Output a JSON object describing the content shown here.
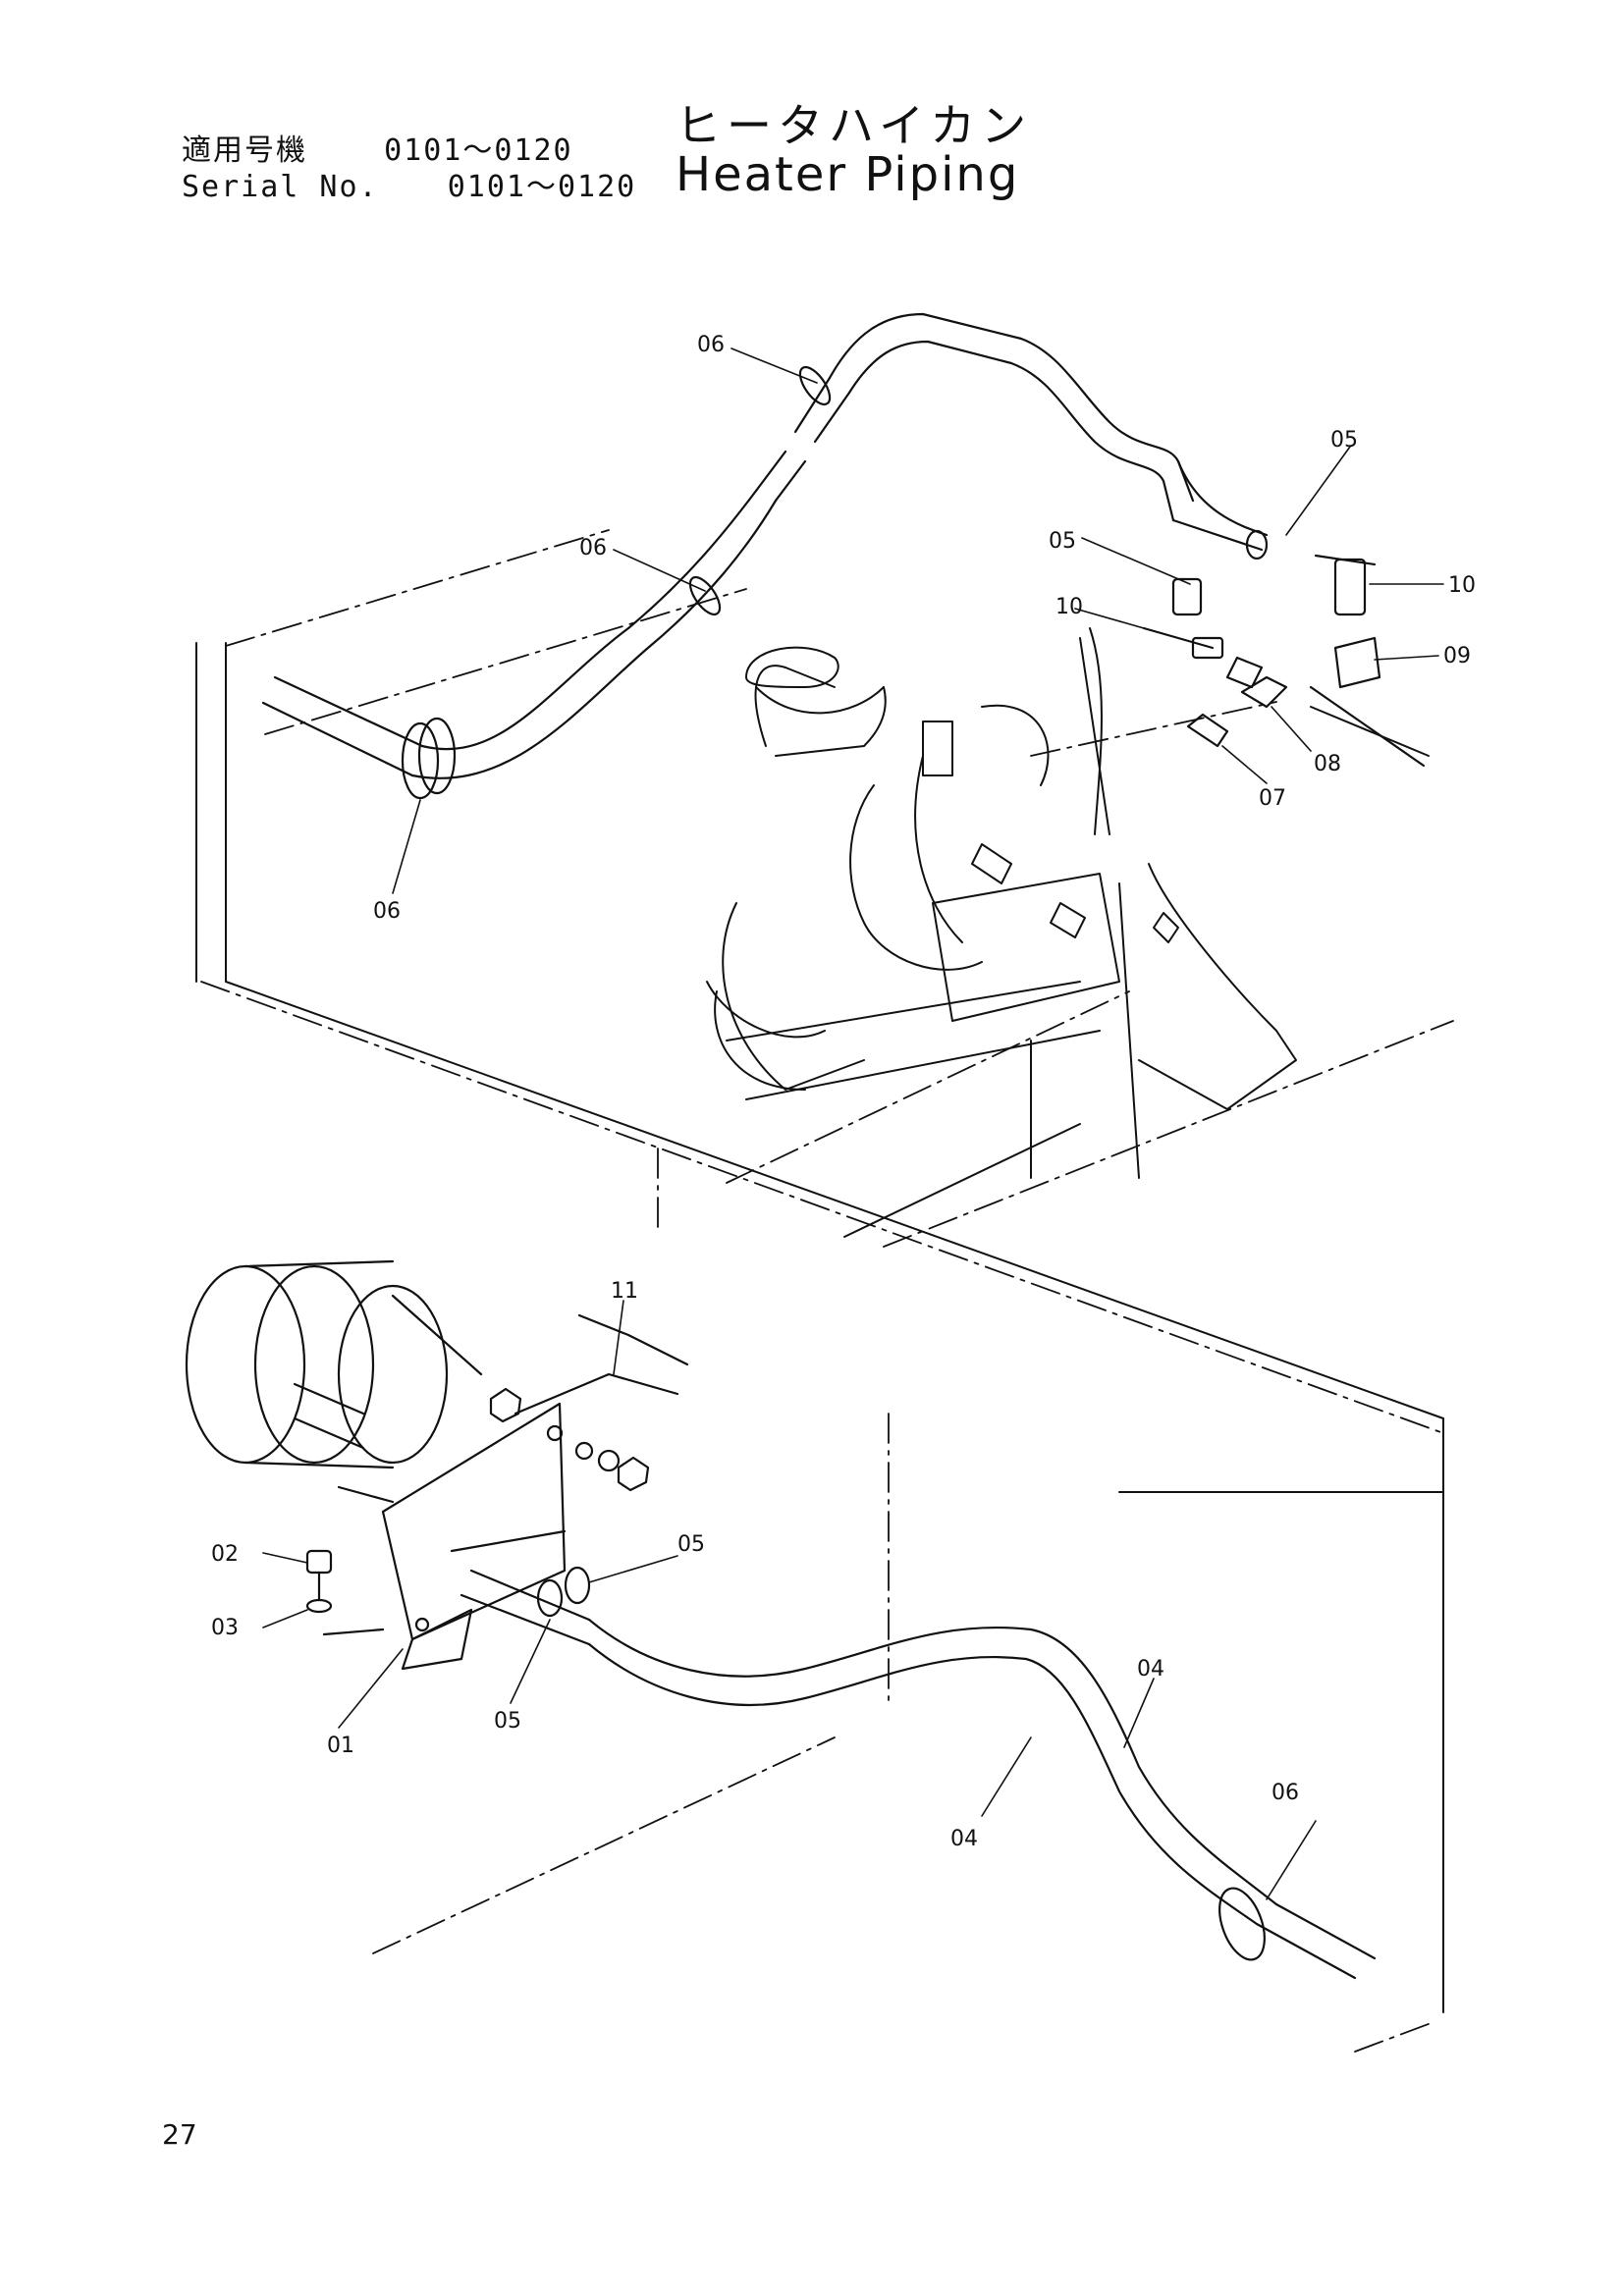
{
  "header": {
    "model_label_jp": "適用号機",
    "serial_range_jp": "0101～0120",
    "serial_label_en": "Serial No.",
    "serial_range_en": "0101～0120",
    "title_jp": "ヒータハイカン",
    "title_en": "Heater Piping"
  },
  "page_number": "27",
  "callouts": [
    {
      "id": "06",
      "label": "06"
    },
    {
      "id": "06b",
      "label": "06"
    },
    {
      "id": "06c",
      "label": "06"
    },
    {
      "id": "06d",
      "label": "06"
    },
    {
      "id": "05",
      "label": "05"
    },
    {
      "id": "05b",
      "label": "05"
    },
    {
      "id": "05c",
      "label": "05"
    },
    {
      "id": "05d",
      "label": "05"
    },
    {
      "id": "10",
      "label": "10"
    },
    {
      "id": "10b",
      "label": "10"
    },
    {
      "id": "09",
      "label": "09"
    },
    {
      "id": "08",
      "label": "08"
    },
    {
      "id": "07",
      "label": "07"
    },
    {
      "id": "11",
      "label": "11"
    },
    {
      "id": "02",
      "label": "02"
    },
    {
      "id": "03",
      "label": "03"
    },
    {
      "id": "01",
      "label": "01"
    },
    {
      "id": "04",
      "label": "04"
    },
    {
      "id": "04b",
      "label": "04"
    }
  ]
}
